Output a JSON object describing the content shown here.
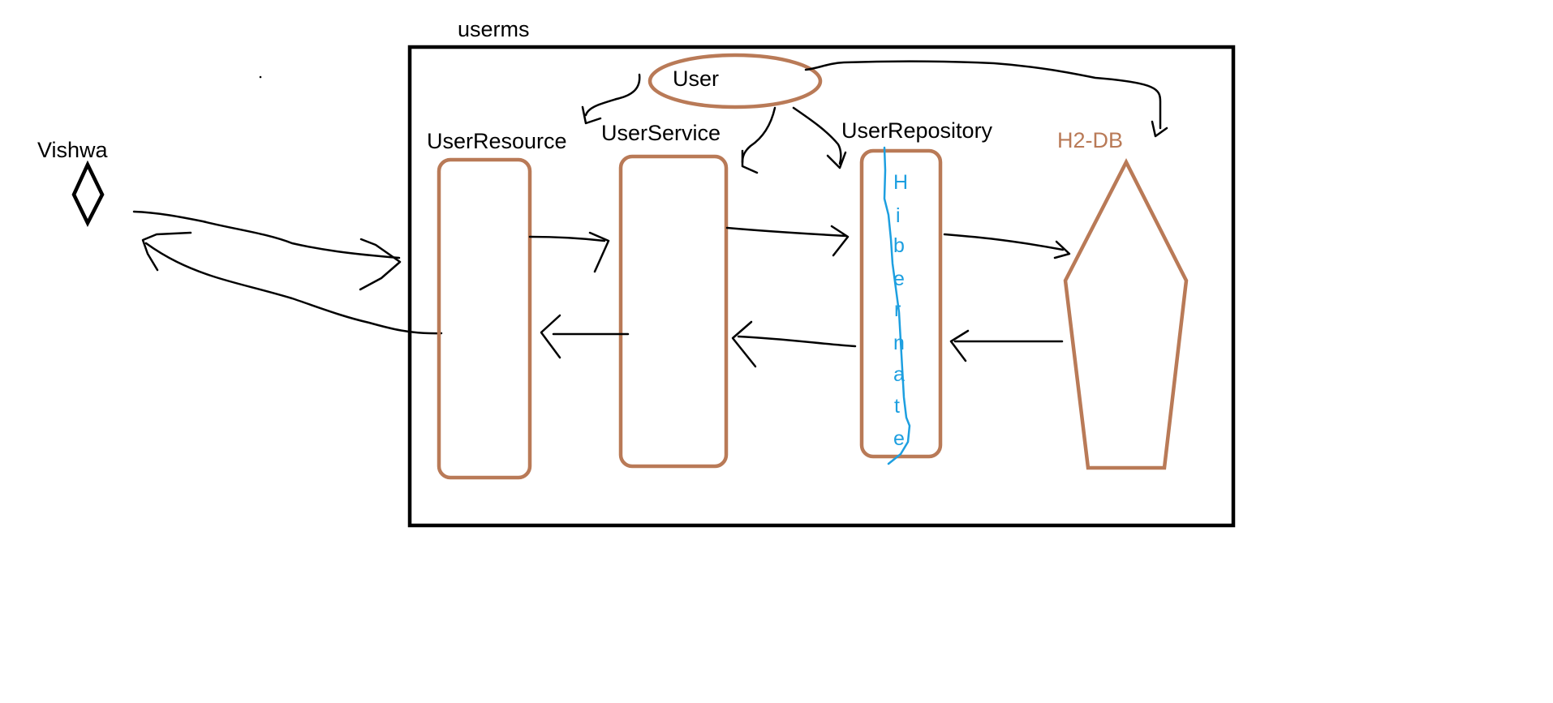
{
  "colors": {
    "ink": "#000000",
    "component": "#b97a57",
    "hibernate": "#1d9fe0"
  },
  "actor": {
    "name": "Vishwa",
    "icon": "diamond-actor-icon"
  },
  "container": {
    "label": "userms"
  },
  "entity": {
    "label": "User"
  },
  "components": {
    "resource": "UserResource",
    "service": "UserService",
    "repository": "UserRepository"
  },
  "database": {
    "label": "H2-DB"
  },
  "hibernate": {
    "letters": [
      "H",
      "i",
      "b",
      "e",
      "r",
      "n",
      "a",
      "t",
      "e"
    ]
  }
}
